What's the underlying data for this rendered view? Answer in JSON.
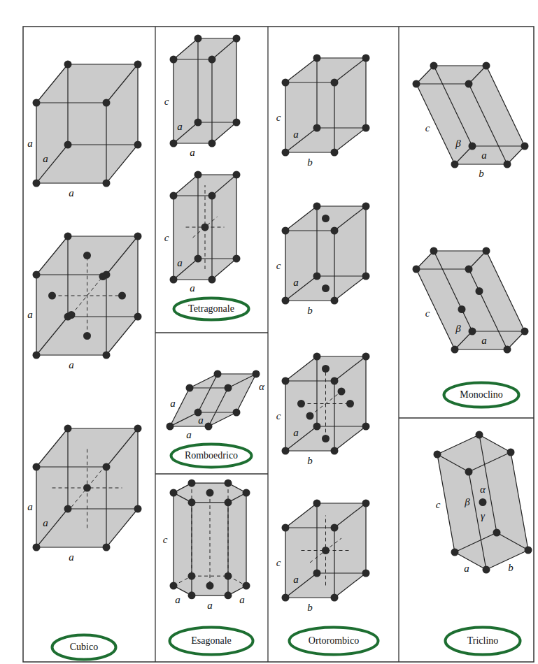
{
  "diagram": {
    "nodes": [
      {
        "text": [
          "Cubico"
        ]
      },
      {
        "text": [
          "Tetragonale"
        ]
      },
      {
        "text": [
          "Romboedrico"
        ]
      },
      {
        "text": [
          "Esagonale"
        ]
      },
      {
        "text": [
          "Ortorombico"
        ]
      },
      {
        "text": [
          "Monoclino"
        ]
      },
      {
        "text": [
          "Triclino"
        ]
      }
    ],
    "labels": [
      "a",
      "a",
      "a",
      "a",
      "a",
      "a",
      "a",
      "a",
      "c",
      "a",
      "a",
      "c",
      "a",
      "a",
      "a",
      "a",
      "a",
      "α",
      "c",
      "a",
      "a",
      "a",
      "c",
      "a",
      "b",
      "c",
      "a",
      "b",
      "c",
      "a",
      "b",
      "c",
      "a",
      "b",
      "c",
      "β",
      "a",
      "b",
      "c",
      "β",
      "a",
      "c",
      "β",
      "α",
      "γ",
      "a",
      "b"
    ]
  }
}
